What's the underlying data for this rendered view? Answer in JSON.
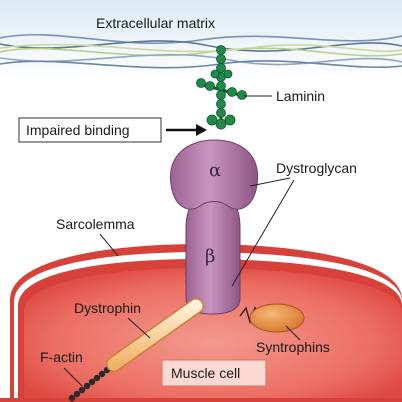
{
  "labels": {
    "extracellular_matrix": "Extracellular matrix",
    "laminin": "Laminin",
    "impaired_binding": "Impaired binding",
    "alpha": "α",
    "beta": "β",
    "dystroglycan": "Dystroglycan",
    "sarcolemma": "Sarcolemma",
    "dystrophin": "Dystrophin",
    "syntrophins": "Syntrophins",
    "f_actin": "F-actin",
    "muscle_cell": "Muscle cell"
  },
  "colors": {
    "matrix_bg": "#e3eef7",
    "cell_outer": "#e2534b",
    "cell_inner": "#ee7f74",
    "membrane": "#ffffff",
    "laminin": "#1f8a4a",
    "dystroglycan": "#b07aa8",
    "dystrophin": "#f7c88a",
    "syntrophins": "#e08a3c",
    "muscle_cell_box": "#fbd9d3"
  }
}
